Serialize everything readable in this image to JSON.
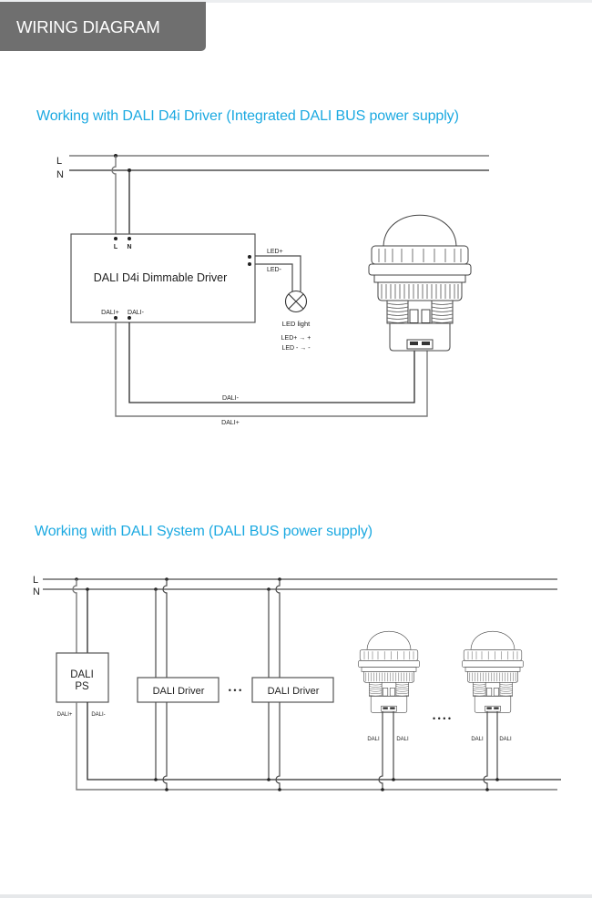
{
  "header": {
    "title": "WIRING DIAGRAM"
  },
  "colors": {
    "header_bg": "#6f6f6f",
    "section_title": "#1ba9e1",
    "wire": "#333333"
  },
  "diagram1": {
    "title": "Working with DALI D4i Driver (Integrated DALI BUS power supply)",
    "mains": {
      "L": "L",
      "N": "N"
    },
    "driver": {
      "label": "DALI D4i Dimmable Driver",
      "in_L": "L",
      "in_N": "N",
      "out_dali_plus": "DALI+",
      "out_dali_minus": "DALI-",
      "out_led_plus": "LED+",
      "out_led_minus": "LED-"
    },
    "led": {
      "label": "LED light",
      "legend_plus": "LED+ → +",
      "legend_minus": "LED - → -"
    },
    "bus": {
      "dali_minus": "DALI-",
      "dali_plus": "DALI+"
    },
    "sensor": {
      "icon": "sensor-icon"
    }
  },
  "diagram2": {
    "title": "Working with DALI System (DALI BUS power supply)",
    "mains": {
      "L": "L",
      "N": "N"
    },
    "power_supply": {
      "line1": "DALI",
      "line2": "PS",
      "out_plus": "DALI+",
      "out_minus": "DALI-"
    },
    "drivers": [
      {
        "label": "DALI Driver"
      },
      {
        "label": "DALI Driver"
      }
    ],
    "drivers_ellipsis": "• • •",
    "sensors": [
      {
        "icon": "sensor-icon",
        "wire_labels": [
          "DALI",
          "DALI"
        ]
      },
      {
        "icon": "sensor-icon",
        "wire_labels": [
          "DALI",
          "DALI"
        ]
      }
    ],
    "sensors_ellipsis": "•  •  •  •"
  }
}
